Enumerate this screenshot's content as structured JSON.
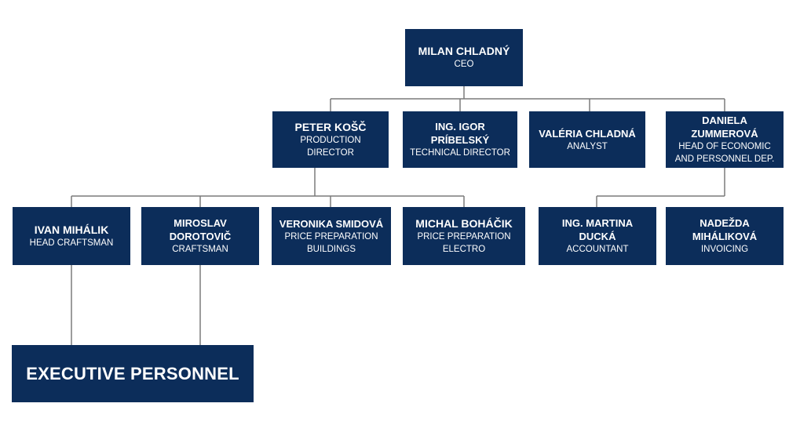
{
  "nodes": {
    "ceo": {
      "name": "MILAN CHLADNÝ",
      "role": "CEO"
    },
    "production_director": {
      "name": "PETER KOŠČ",
      "role": "PRODUCTION DIRECTOR"
    },
    "technical_director": {
      "name": "ING. IGOR PRÍBELSKÝ",
      "role": "TECHNICAL DIRECTOR"
    },
    "analyst": {
      "name": "VALÉRIA CHLADNÁ",
      "role": "ANALYST"
    },
    "head_economic": {
      "name": "DANIELA ZUMMEROVÁ",
      "role_line1": "HEAD OF ECONOMIC",
      "role_line2": "AND PERSONNEL DEP."
    },
    "head_craftsman": {
      "name": "IVAN MIHÁLIK",
      "role": "HEAD CRAFTSMAN"
    },
    "craftsman": {
      "name": "MIROSLAV DOROTOVIČ",
      "role": "CRAFTSMAN"
    },
    "price_buildings": {
      "name": "VERONIKA SMIDOVÁ",
      "role_line1": "PRICE PREPARATION",
      "role_line2": "BUILDINGS"
    },
    "price_electro": {
      "name": "MICHAL BOHÁČIK",
      "role_line1": "PRICE PREPARATION",
      "role_line2": "ELECTRO"
    },
    "accountant": {
      "name": "ING. MARTINA DUCKÁ",
      "role": "ACCOUNTANT"
    },
    "invoicing": {
      "name": "NADEŽDA MIHÁLIKOVÁ",
      "role": "INVOICING"
    },
    "executive_personnel": {
      "label": "EXECUTIVE PERSONNEL"
    }
  },
  "colors": {
    "box": "#0c2d5a",
    "text": "#ffffff",
    "connector": "#7a7a7a"
  }
}
